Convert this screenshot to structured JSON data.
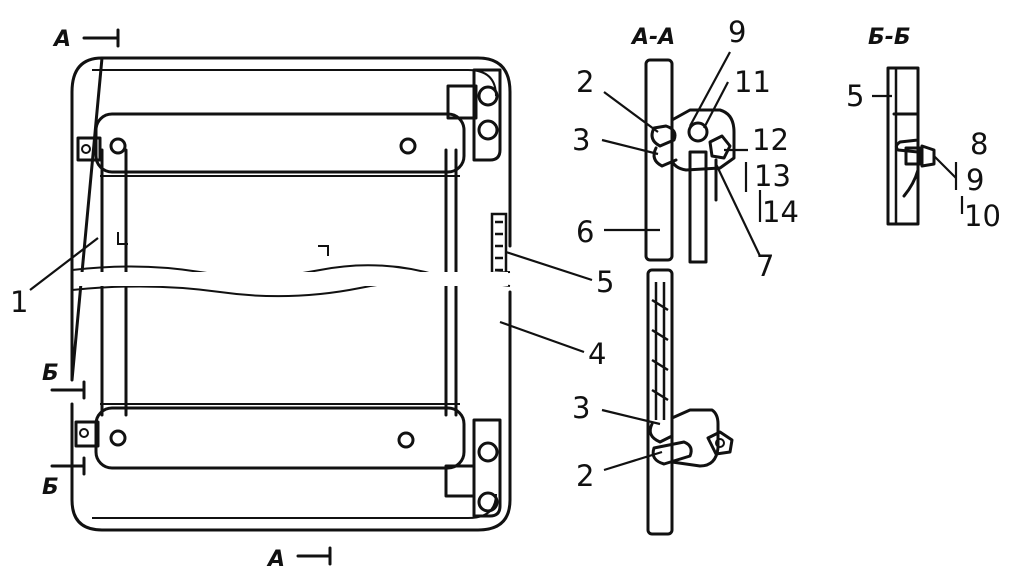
{
  "sections": {
    "aa_title": "А-А",
    "bb_title": "Б-Б",
    "a_mark": "А",
    "b_mark": "Б"
  },
  "callouts": {
    "c1": "1",
    "c2": "2",
    "c3": "3",
    "c4": "4",
    "c5": "5",
    "c6": "6",
    "c7": "7",
    "c8": "8",
    "c9": "9",
    "c10": "10",
    "c11": "11",
    "c12": "12",
    "c13": "13",
    "c14": "14"
  }
}
